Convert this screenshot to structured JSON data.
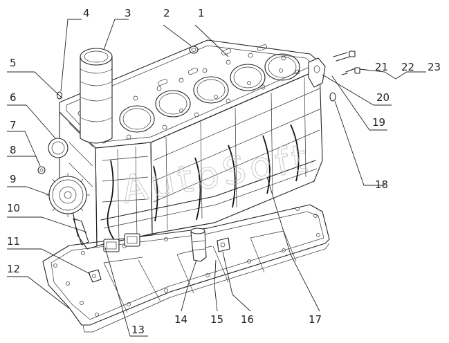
{
  "watermark": "AutoSoft",
  "callouts": [
    {
      "id": 1,
      "label": "1"
    },
    {
      "id": 2,
      "label": "2"
    },
    {
      "id": 3,
      "label": "3"
    },
    {
      "id": 4,
      "label": "4"
    },
    {
      "id": 5,
      "label": "5"
    },
    {
      "id": 6,
      "label": "6"
    },
    {
      "id": 7,
      "label": "7"
    },
    {
      "id": 8,
      "label": "8"
    },
    {
      "id": 9,
      "label": "9"
    },
    {
      "id": 10,
      "label": "10"
    },
    {
      "id": 11,
      "label": "11"
    },
    {
      "id": 12,
      "label": "12"
    },
    {
      "id": 13,
      "label": "13"
    },
    {
      "id": 14,
      "label": "14"
    },
    {
      "id": 15,
      "label": "15"
    },
    {
      "id": 16,
      "label": "16"
    },
    {
      "id": 17,
      "label": "17"
    },
    {
      "id": 18,
      "label": "18"
    },
    {
      "id": 19,
      "label": "19"
    },
    {
      "id": 20,
      "label": "20"
    },
    {
      "id": 21,
      "label": "21"
    },
    {
      "id": 22,
      "label": "22"
    },
    {
      "id": 23,
      "label": "23"
    }
  ]
}
